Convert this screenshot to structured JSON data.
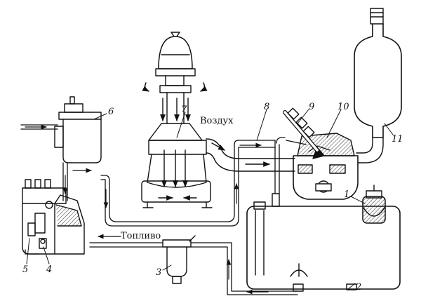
{
  "labels": {
    "air": "Воздух",
    "fuel": "Топливо"
  },
  "callouts": {
    "n1": "1",
    "n2": "2",
    "n3": "3",
    "n4": "4",
    "n5": "5",
    "n6": "6",
    "n7": "7",
    "n8": "8",
    "n9": "9",
    "n10": "10",
    "n11": "11"
  },
  "colors": {
    "ink": "#111111",
    "paper": "#ffffff",
    "hatch": "#333333"
  }
}
